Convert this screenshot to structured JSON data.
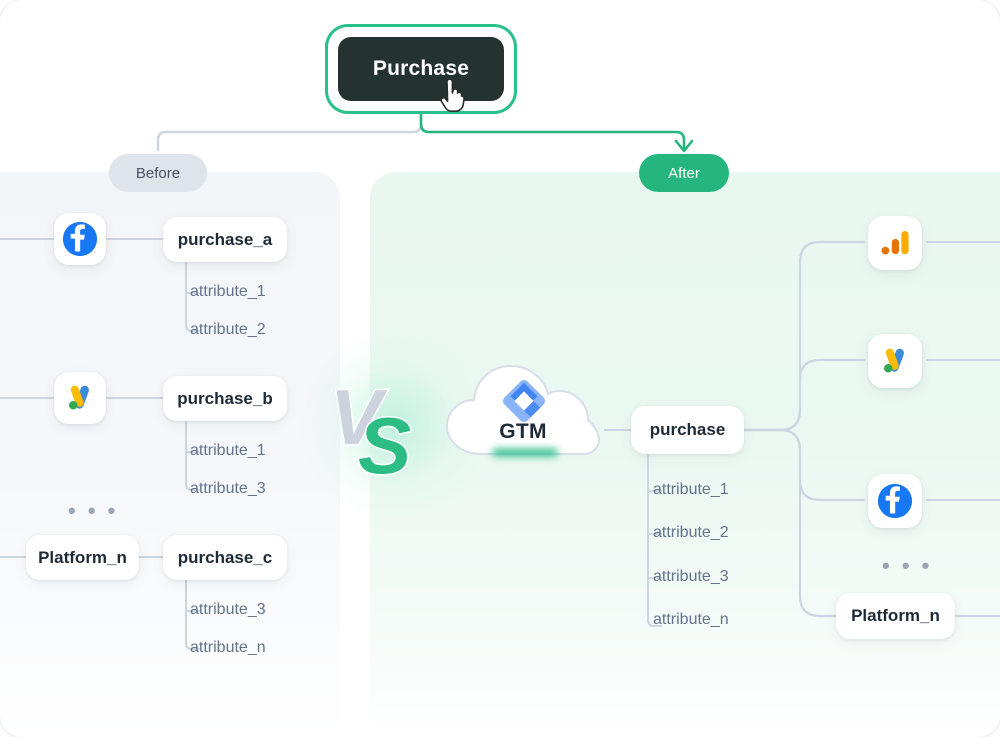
{
  "root": {
    "label": "Purchase",
    "accent_color": "#29c08a",
    "fill_color": "#24332f"
  },
  "pills": {
    "before": {
      "label": "Before",
      "bg": "#dfe3ea",
      "fg": "#4b5563"
    },
    "after": {
      "label": "After",
      "bg": "#25b67f",
      "fg": "#ffffff"
    }
  },
  "vs": {
    "label": "VS",
    "left_letter": "V",
    "right_letter": "S",
    "left_color": "#ccd3de",
    "right_color": "#2bbd84"
  },
  "gtm": {
    "label": "GTM",
    "icon": "gtm-diamond-icon"
  },
  "before_side": {
    "platforms": [
      {
        "icon": "facebook-icon",
        "label": ""
      },
      {
        "icon": "google-ads-icon",
        "label": ""
      },
      {
        "icon": "ellipsis",
        "label": "• • •"
      },
      {
        "icon": "platform-card",
        "label": "Platform_n"
      }
    ],
    "events": [
      {
        "name": "purchase_a",
        "attributes": [
          "attribute_1",
          "attribute_2"
        ]
      },
      {
        "name": "purchase_b",
        "attributes": [
          "attribute_1",
          "attribute_3"
        ]
      },
      {
        "name": "purchase_c",
        "attributes": [
          "attribute_3",
          "attribute_n"
        ]
      }
    ]
  },
  "after_side": {
    "event": {
      "name": "purchase",
      "attributes": [
        "attribute_1",
        "attribute_2",
        "attribute_3",
        "attribute_n"
      ]
    },
    "destinations": [
      {
        "icon": "google-analytics-icon",
        "label": ""
      },
      {
        "icon": "google-ads-icon",
        "label": ""
      },
      {
        "icon": "facebook-icon",
        "label": ""
      },
      {
        "icon": "ellipsis",
        "label": "• • •"
      },
      {
        "icon": "platform-card",
        "label": "Platform_n"
      }
    ]
  },
  "colors": {
    "panel_before_bg": "#f3f5f9",
    "panel_after_bg": "#e8f7f0",
    "wire_gray": "#ccd5e0",
    "wire_green": "#25b67f",
    "attribute_text": "#64748b"
  },
  "cursor": {
    "type": "pointing-hand"
  }
}
